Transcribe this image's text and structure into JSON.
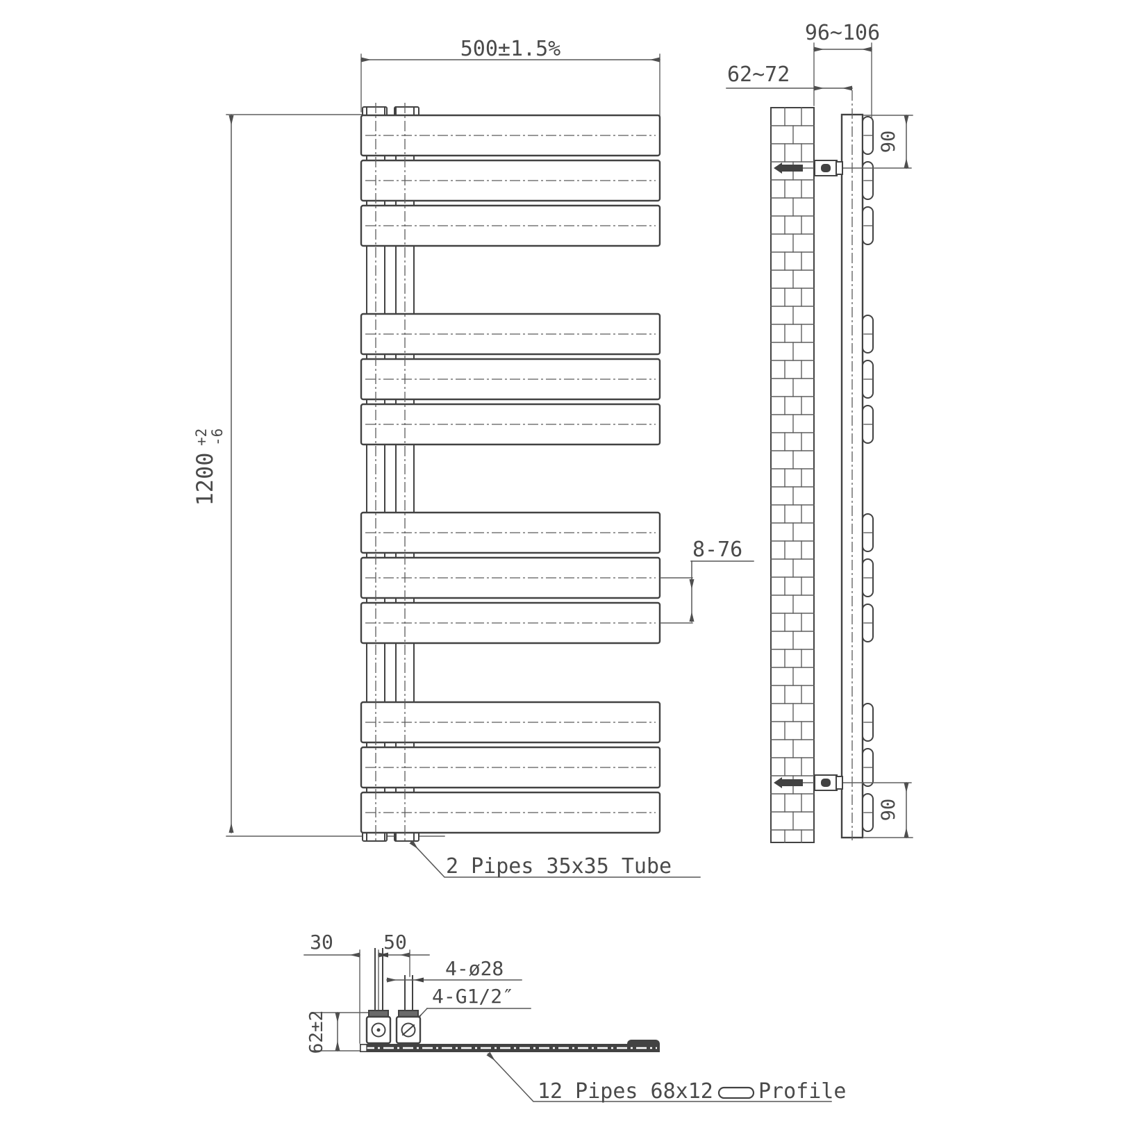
{
  "title": "Towel radiator technical drawing",
  "front_view": {
    "width_dim": "500±1.5%",
    "height_value": "1200",
    "height_tol_plus": "+2",
    "height_tol_minus": "-6",
    "pitch_dim": "8-76",
    "bottom_note": "2 Pipes 35x35 Tube",
    "bar_groups": 4,
    "bars_per_group": 3
  },
  "side_view": {
    "total_depth_dim": "96~106",
    "wall_to_pipe_center_dim": "62~72",
    "top_bracket_offset_dim": "90",
    "bottom_bracket_offset_dim": "90"
  },
  "bottom_view": {
    "edge_to_pipe_dim": "30",
    "pipe_spacing_dim": "50",
    "connections_dim": "4-ø28",
    "thread_dim": "4-G1/2″",
    "valve_height_dim": "62±2",
    "profile_note_left": "12 Pipes 68x12",
    "profile_note_right": "Profile"
  }
}
